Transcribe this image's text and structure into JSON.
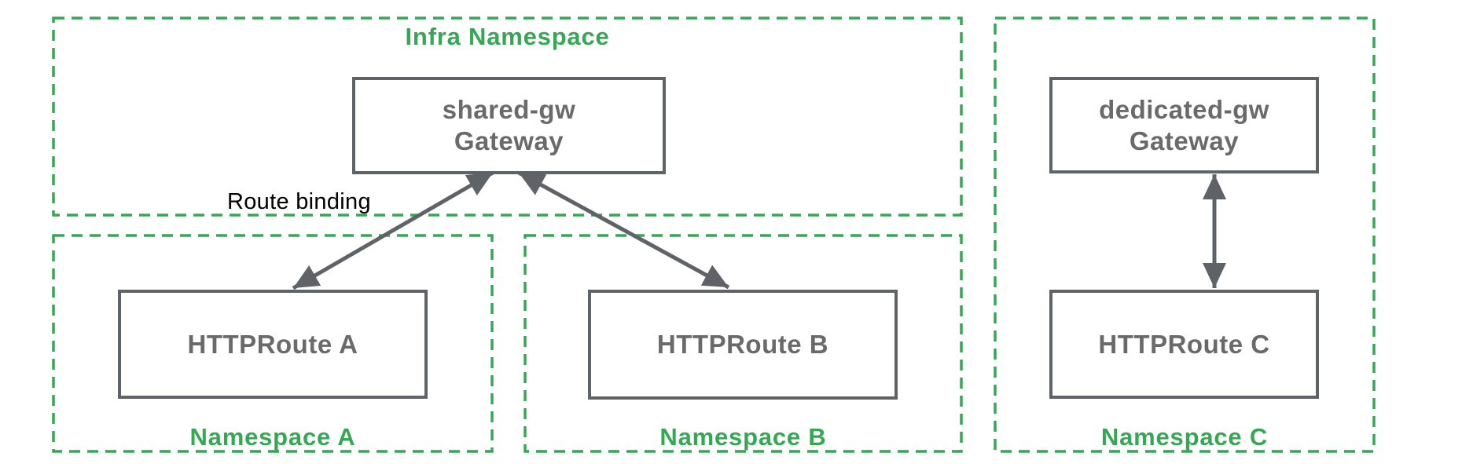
{
  "diagram": {
    "route_binding_label": "Route binding",
    "infra_namespace": {
      "label": "Infra Namespace",
      "gateway_name": "shared-gw",
      "gateway_kind": "Gateway"
    },
    "namespace_a": {
      "label": "Namespace A",
      "route_label": "HTTPRoute A"
    },
    "namespace_b": {
      "label": "Namespace B",
      "route_label": "HTTPRoute B"
    },
    "namespace_c": {
      "label": "Namespace C",
      "gateway_name": "dedicated-gw",
      "gateway_kind": "Gateway",
      "route_label": "HTTPRoute C"
    },
    "colors": {
      "namespace_green": "#34a853",
      "node_border_gray": "#5f6368",
      "node_text_gray": "#6a6a6a",
      "arrow_gray": "#5f6368",
      "annotation_black": "#000000"
    }
  }
}
